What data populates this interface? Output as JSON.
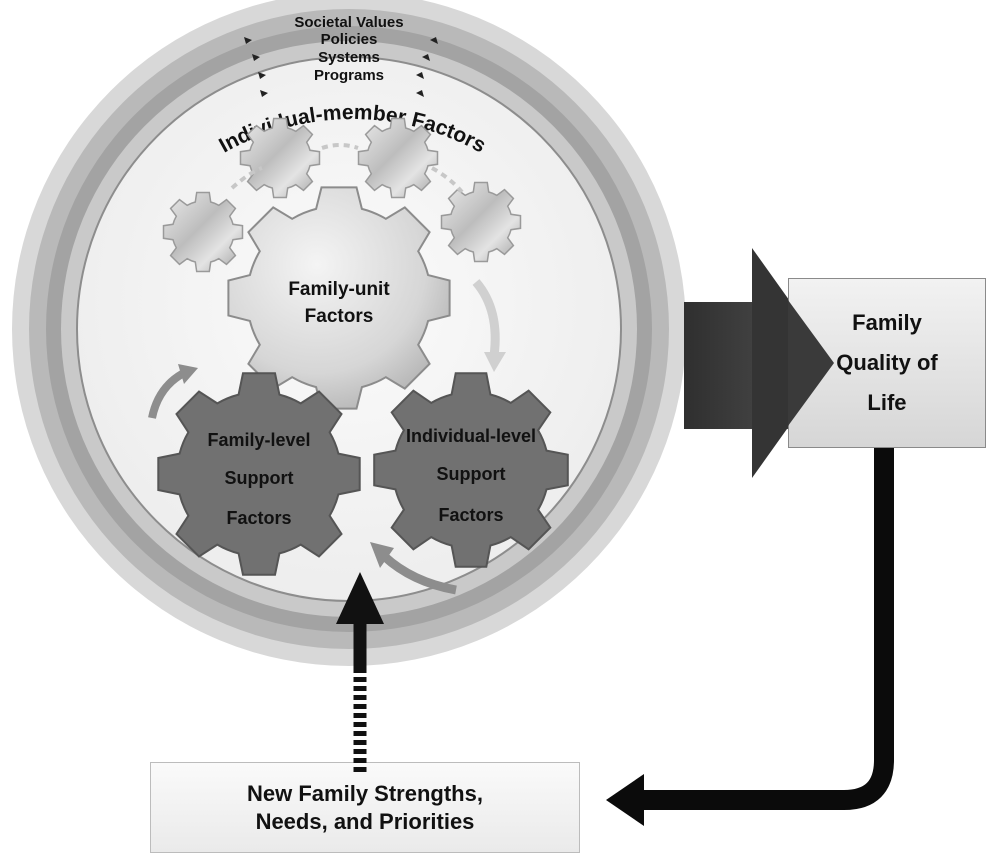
{
  "rings": {
    "outer": "Societal Values",
    "second": "Policies",
    "third": "Systems",
    "inner": "Programs"
  },
  "individual_member_factors": "Individual-member Factors",
  "family_unit": {
    "line1": "Family-unit",
    "line2": "Factors"
  },
  "family_level": {
    "line1": "Family-level",
    "line2": "Support",
    "line3": "Factors"
  },
  "individual_level": {
    "line1": "Individual-level",
    "line2": "Support",
    "line3": "Factors"
  },
  "outcome": {
    "line1": "Family",
    "line2": "Quality of",
    "line3": "Life"
  },
  "feedback": {
    "line1": "New Family Strengths,",
    "line2": "Needs, and Priorities"
  },
  "colors": {
    "ring_outer": "#d3d3d3",
    "ring_mid": "#bdbdbd",
    "ring_dark": "#9a9a9a",
    "inner_fill": "#f6f6f6",
    "dark_gear": "#6e6e6e",
    "arrow_dark": "#3f3f3f",
    "black": "#0b0b0b"
  }
}
